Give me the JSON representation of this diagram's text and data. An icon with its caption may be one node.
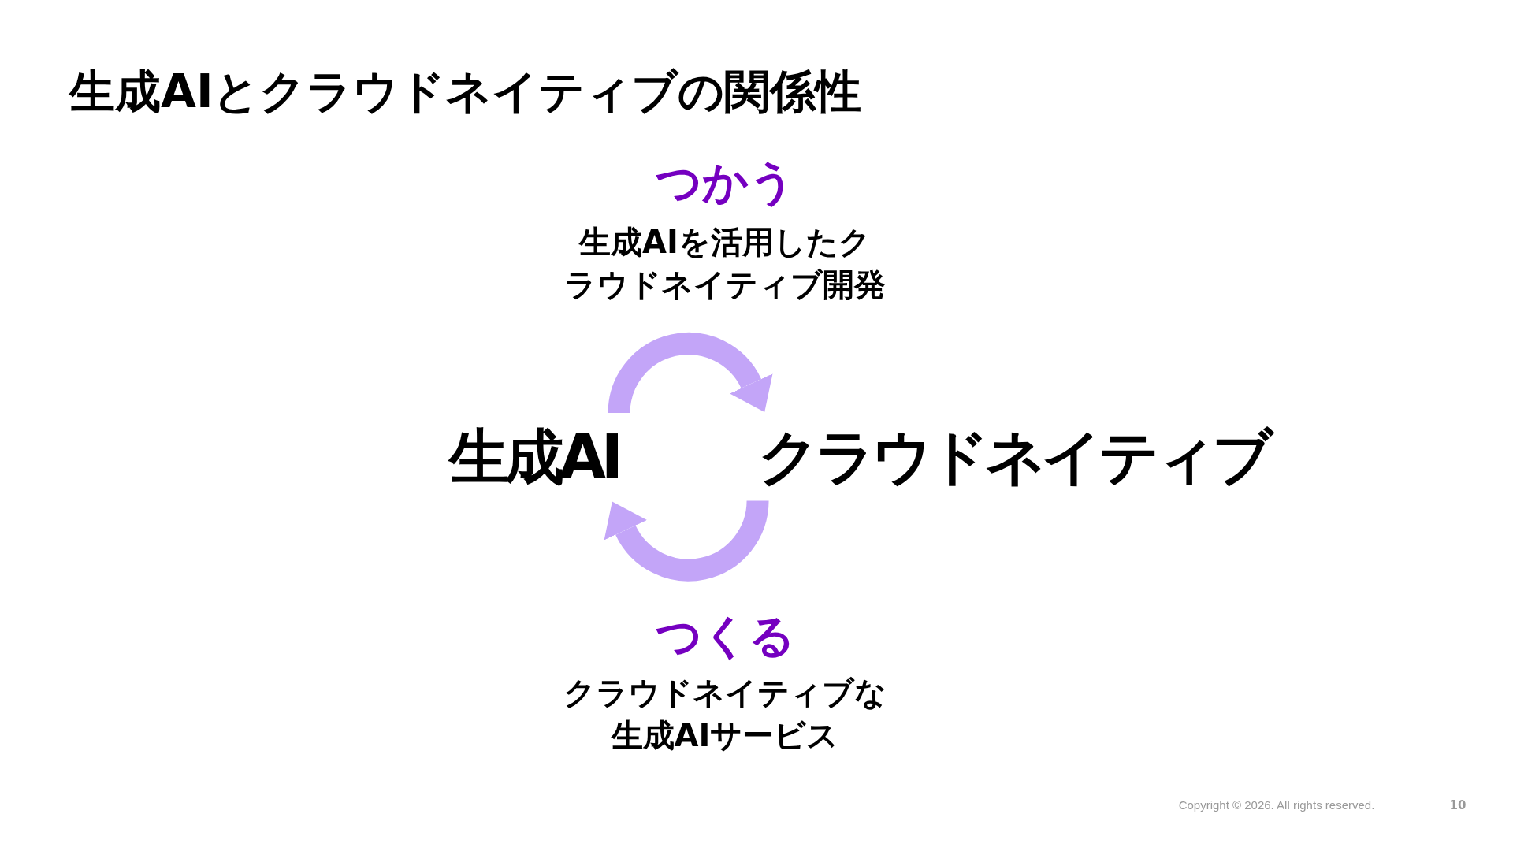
{
  "diagram": {
    "title": "生成AIとクラウドネイティブの関係性",
    "nodes": [
      {
        "text": [
          "生成AI"
        ]
      },
      {
        "text": [
          "クラウドネイティブ"
        ]
      }
    ],
    "edges": [
      {
        "from": 0,
        "to": 1,
        "arrow": "to",
        "color": "#c3a5f8"
      },
      {
        "from": 1,
        "to": 0,
        "arrow": "to",
        "color": "#c3a5f8"
      }
    ],
    "labels": [
      "つかう",
      "生成AIを活用したクラウドネイティブ開発",
      "つくる",
      "クラウドネイティブな生成AIサービス",
      "Copyright © 2026. All rights reserved.",
      "10"
    ]
  }
}
